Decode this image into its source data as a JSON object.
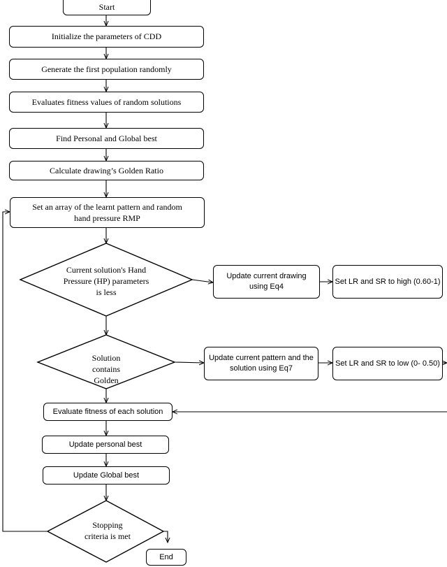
{
  "flowchart": {
    "start": "Start",
    "init": "Initialize the parameters of CDD",
    "generate": "Generate the first population randomly",
    "evaluate_random": "Evaluates fitness values of random solutions",
    "find_best": "Find Personal and Global best",
    "golden_ratio": "Calculate drawing’s Golden Ratio",
    "set_array": "Set an array of the learnt pattern and random hand pressure RMP",
    "hp_decision": "Current solution's Hand Pressure (HP) parameters is less",
    "update_drawing": "Update current drawing using Eq4",
    "set_high": "Set LR and SR to high (0.60-1)",
    "golden_decision": "Solution contains Golden",
    "update_pattern": "Update current pattern and the solution using Eq7",
    "set_low": "Set LR and SR to low (0- 0.50)",
    "evaluate_each": "Evaluate fitness of each solution",
    "update_personal": "Update personal best",
    "update_global": "Update Global best",
    "stopping_decision": "Stopping criteria is met",
    "end": "End"
  }
}
